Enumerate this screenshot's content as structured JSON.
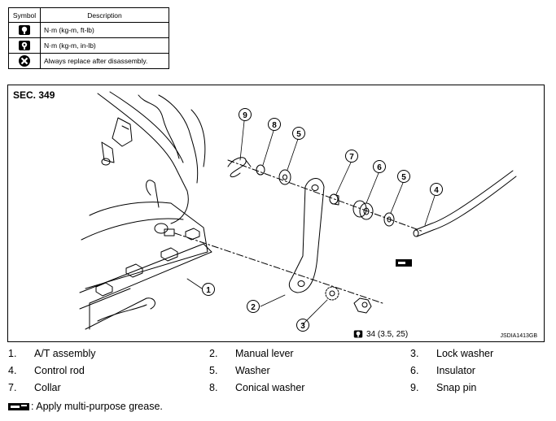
{
  "legend": {
    "headers": {
      "symbol": "Symbol",
      "description": "Description"
    },
    "rows": [
      {
        "icon": "torque-wrench-icon",
        "text": "N·m (kg-m, ft-lb)"
      },
      {
        "icon": "torque-wrench-small-icon",
        "text": "N·m (kg-m, in-lb)"
      },
      {
        "icon": "replace-part-icon",
        "text": "Always replace after disassembly."
      }
    ]
  },
  "diagram": {
    "section": "SEC. 349",
    "torque_spec": "34 (3.5, 25)",
    "reference_code": "JSDIA1413GB",
    "callouts": [
      "1",
      "2",
      "3",
      "4",
      "5",
      "5",
      "6",
      "7",
      "8",
      "9"
    ]
  },
  "parts": [
    {
      "num": "1.",
      "label": "A/T assembly"
    },
    {
      "num": "2.",
      "label": "Manual lever"
    },
    {
      "num": "3.",
      "label": "Lock washer"
    },
    {
      "num": "4.",
      "label": "Control rod"
    },
    {
      "num": "5.",
      "label": "Washer"
    },
    {
      "num": "6.",
      "label": "Insulator"
    },
    {
      "num": "7.",
      "label": "Collar"
    },
    {
      "num": "8.",
      "label": "Conical washer"
    },
    {
      "num": "9.",
      "label": "Snap pin"
    }
  ],
  "grease_note": ": Apply multi-purpose grease.",
  "colors": {
    "line": "#000000",
    "background": "#ffffff"
  }
}
